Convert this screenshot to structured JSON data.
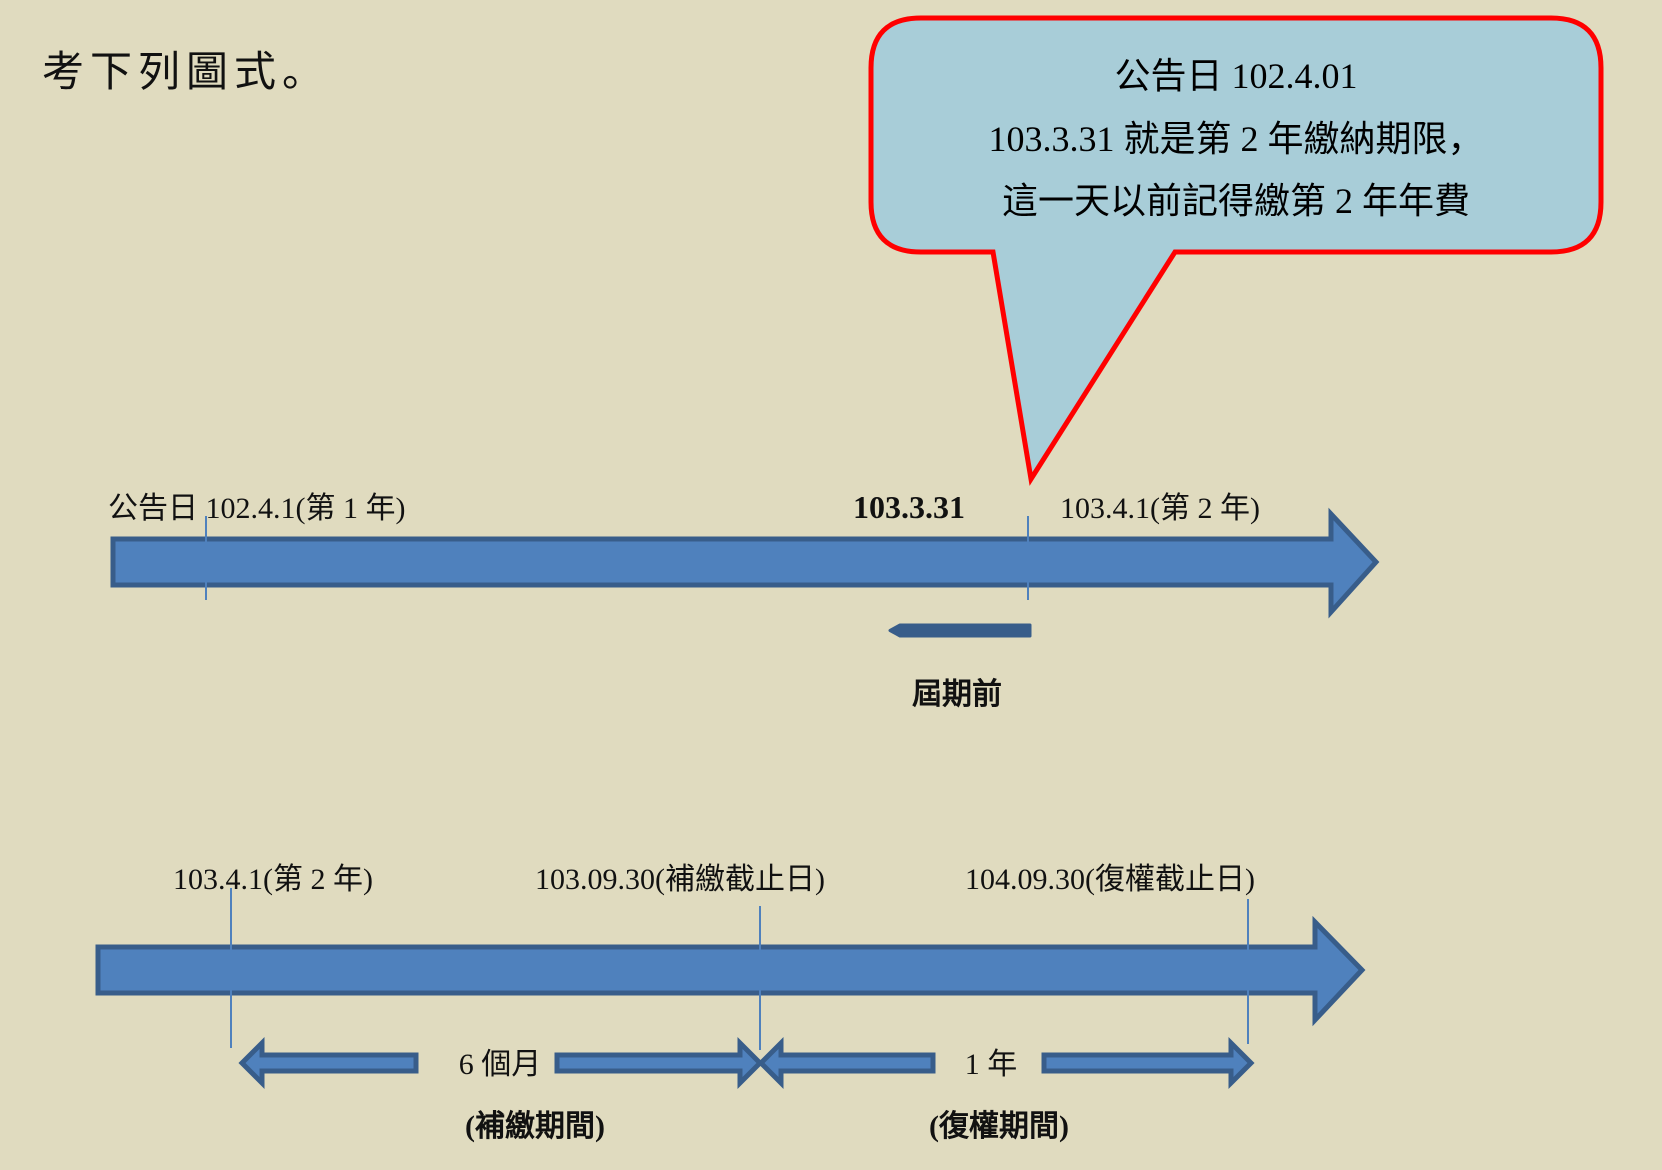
{
  "intro_text": "考下列圖式。",
  "callout": {
    "line1": "公告日 102.4.01",
    "line2": "103.3.31 就是第 2 年繳納期限，",
    "line3": "這一天以前記得繳第 2 年年費",
    "border_color": "#ff0000",
    "fill_color": "#a8cdd8"
  },
  "timeline1": {
    "label_start": "公告日 102.4.1(第 1 年)",
    "label_deadline": "103.3.31",
    "label_year2": "103.4.1(第 2 年)",
    "before_label": "屆期前"
  },
  "timeline2": {
    "label_year2": "103.4.1(第 2 年)",
    "label_supplement_end": "103.09.30(補繳截止日)",
    "label_restore_end": "104.09.30(復權截止日)",
    "span1": "6 個月",
    "span2": "1 年",
    "period1": "(補繳期間)",
    "period2": "(復權期間)"
  },
  "colors": {
    "arrow_fill": "#4f81bd",
    "arrow_stroke": "#385d8a",
    "background": "#e0dbbf"
  }
}
